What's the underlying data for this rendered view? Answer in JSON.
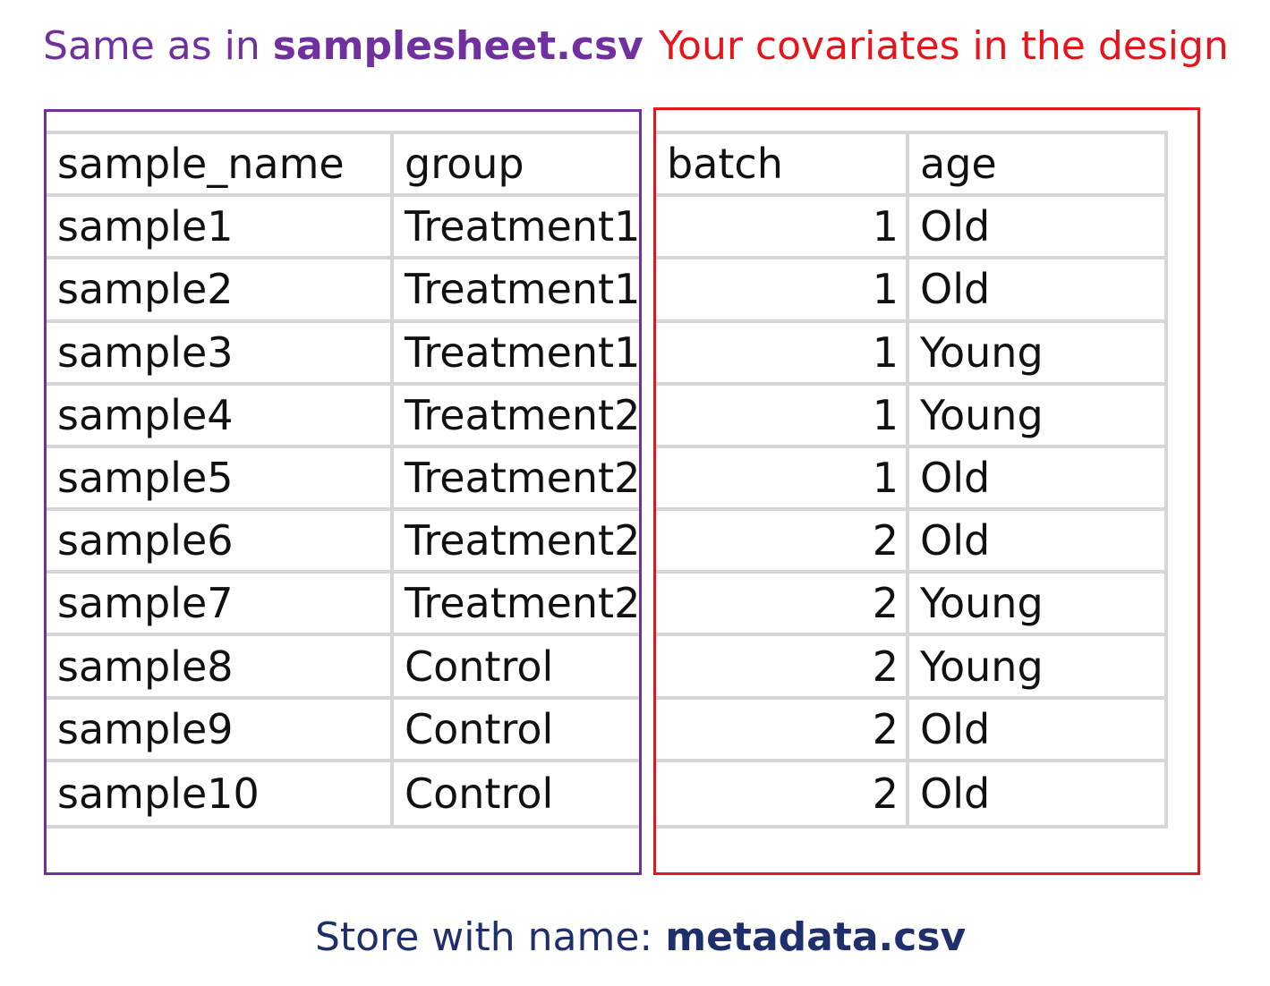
{
  "captions": {
    "left_prefix": "Same as in ",
    "left_bold": "samplesheet.csv",
    "right": "Your covariates in the design",
    "bottom_prefix": "Store with name: ",
    "bottom_bold": "metadata.csv"
  },
  "colors": {
    "purple": "#7030a0",
    "red": "#e8141c",
    "navy": "#1f2f6b",
    "grid": "#d6d6d6"
  },
  "table": {
    "headers": {
      "sample_name": "sample_name",
      "group": "group",
      "batch": "batch",
      "age": "age"
    },
    "rows": [
      {
        "sample_name": "sample1",
        "group": "Treatment1",
        "batch": "1",
        "age": "Old"
      },
      {
        "sample_name": "sample2",
        "group": "Treatment1",
        "batch": "1",
        "age": "Old"
      },
      {
        "sample_name": "sample3",
        "group": "Treatment1",
        "batch": "1",
        "age": "Young"
      },
      {
        "sample_name": "sample4",
        "group": "Treatment2",
        "batch": "1",
        "age": "Young"
      },
      {
        "sample_name": "sample5",
        "group": "Treatment2",
        "batch": "1",
        "age": "Old"
      },
      {
        "sample_name": "sample6",
        "group": "Treatment2",
        "batch": "2",
        "age": "Old"
      },
      {
        "sample_name": "sample7",
        "group": "Treatment2",
        "batch": "2",
        "age": "Young"
      },
      {
        "sample_name": "sample8",
        "group": "Control",
        "batch": "2",
        "age": "Young"
      },
      {
        "sample_name": "sample9",
        "group": "Control",
        "batch": "2",
        "age": "Old"
      },
      {
        "sample_name": "sample10",
        "group": "Control",
        "batch": "2",
        "age": "Old"
      }
    ]
  }
}
